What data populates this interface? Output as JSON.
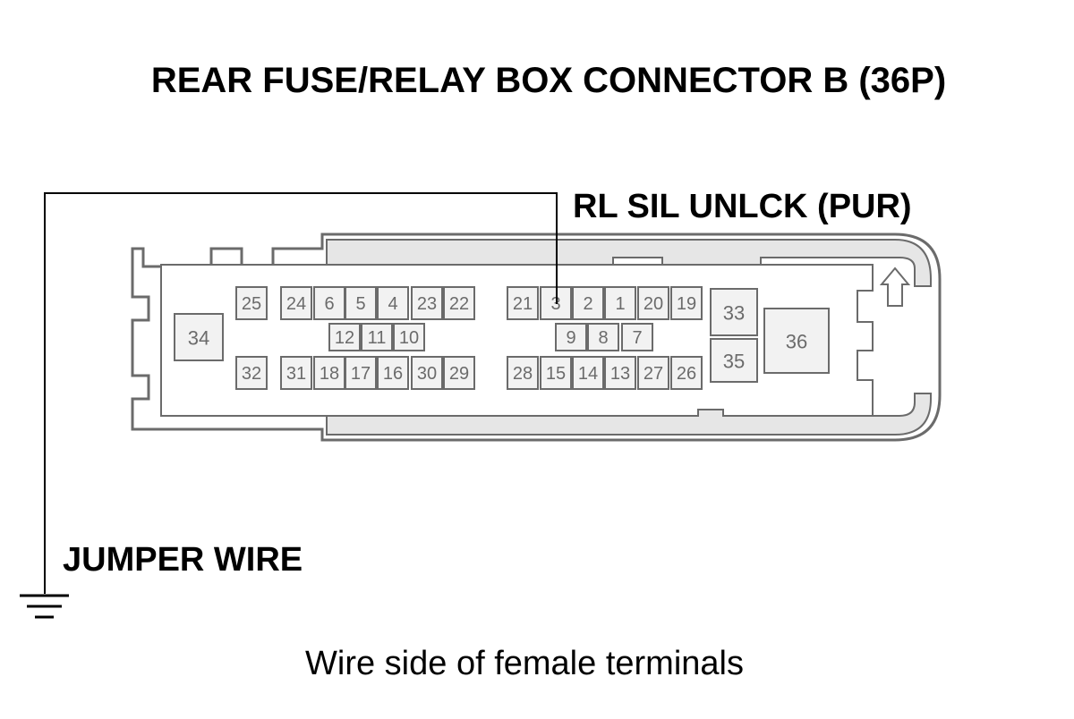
{
  "diagram": {
    "title": "REAR FUSE/RELAY BOX CONNECTOR B (36P)",
    "signal_label": "RL SIL UNLCK (PUR)",
    "jumper_label": "JUMPER WIRE",
    "caption": "Wire side of female terminals",
    "colors": {
      "ink": "#000000",
      "connector_outline": "#6b6b6b",
      "connector_fill": "#f2f2f2",
      "shell_fill": "#e6e6e6"
    },
    "icons": [
      "ground-icon",
      "up-arrow-icon"
    ],
    "connector": {
      "pin_count": 36,
      "probed_pin": "3",
      "rows": {
        "top": [
          "25",
          "24",
          "6",
          "5",
          "4",
          "23",
          "22",
          "21",
          "3",
          "2",
          "1",
          "20",
          "19"
        ],
        "middle": [
          "12",
          "11",
          "10",
          "9",
          "8",
          "7"
        ],
        "bottom": [
          "32",
          "31",
          "18",
          "17",
          "16",
          "30",
          "29",
          "28",
          "15",
          "14",
          "13",
          "27",
          "26"
        ],
        "large": [
          "34",
          "33",
          "35",
          "36"
        ]
      }
    }
  }
}
